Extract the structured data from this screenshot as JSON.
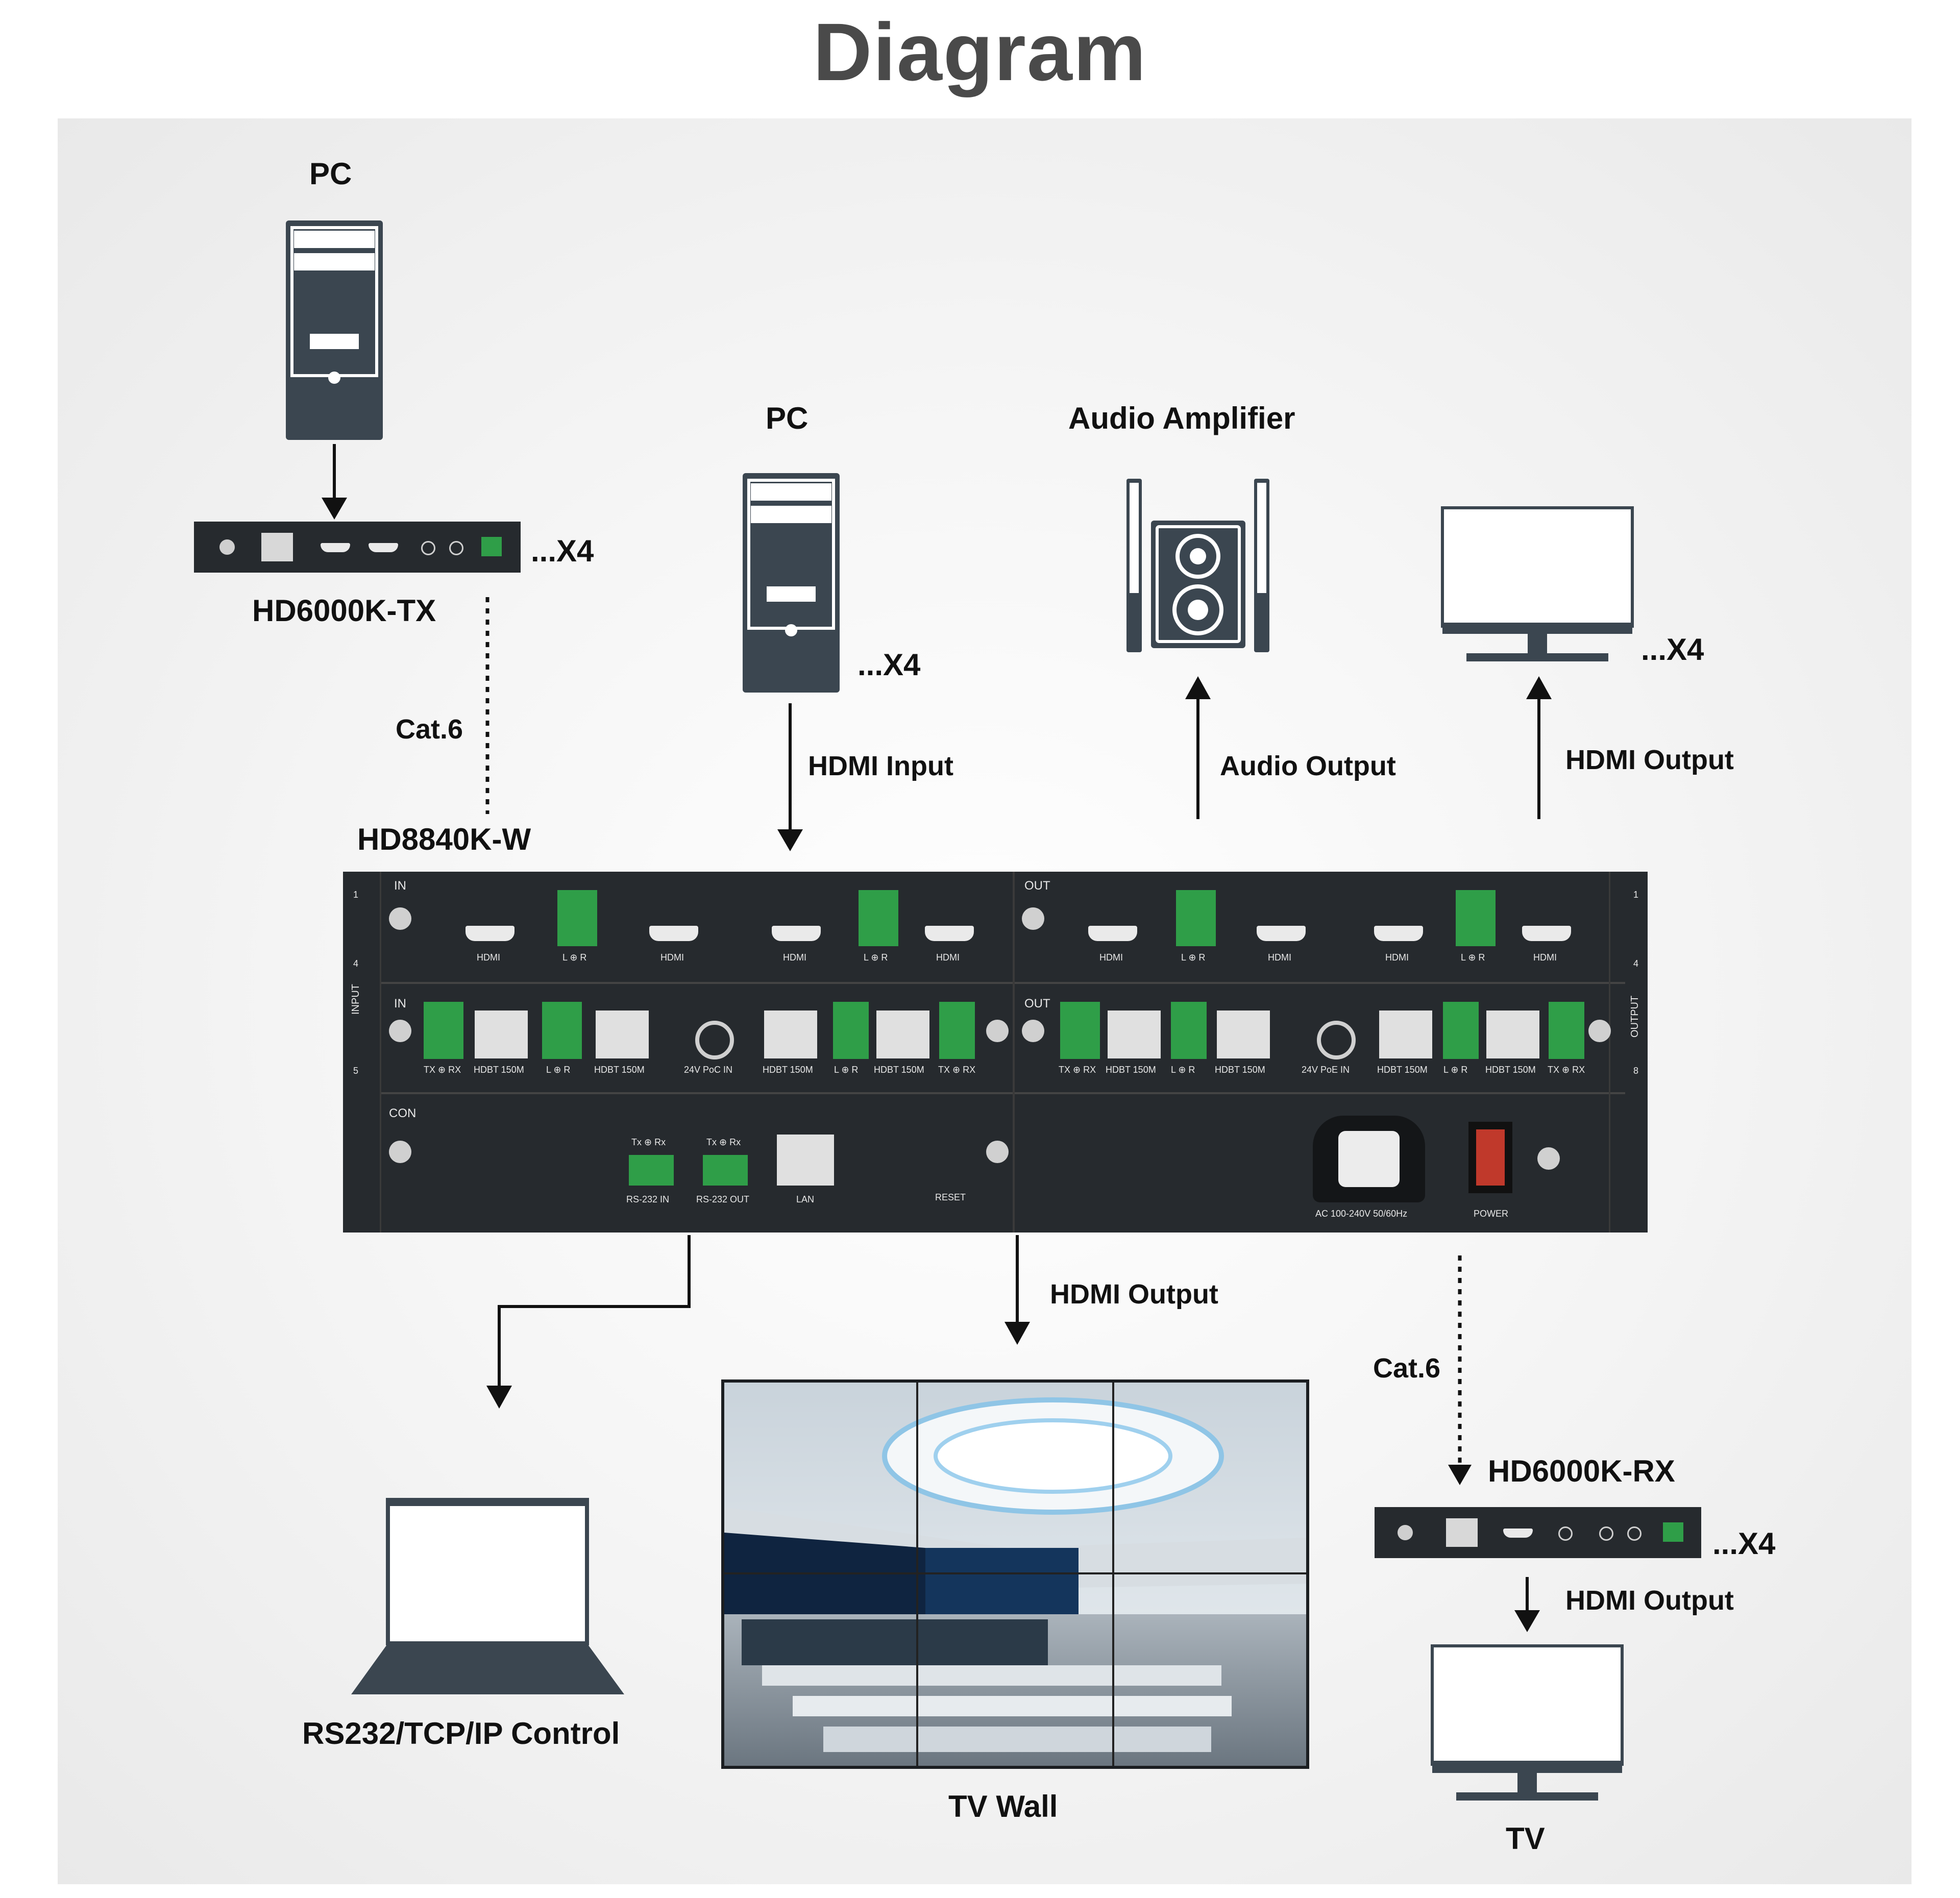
{
  "title": "Diagram",
  "labels": {
    "pc_top": "PC",
    "tx_name": "HD6000K-TX",
    "tx_count": "...X4",
    "cat6_top": "Cat.6",
    "matrix_name": "HD8840K-W",
    "pc_mid": "PC",
    "pc_mid_count": "...X4",
    "hdmi_input": "HDMI Input",
    "audio_amp": "Audio Amplifier",
    "audio_output": "Audio Output",
    "monitor_count": "...X4",
    "hdmi_output_top": "HDMI Output",
    "hdmi_output_wall": "HDMI Output",
    "cat6_bottom": "Cat.6",
    "rx_name": "HD6000K-RX",
    "rx_count": "...X4",
    "hdmi_output_tv": "HDMI Output",
    "control": "RS232/TCP/IP Control",
    "tv_wall": "TV Wall",
    "tv": "TV"
  },
  "matrix": {
    "row1_left_tag": "IN",
    "row1_right_tag": "OUT",
    "row2_left_tag": "IN",
    "row2_right_tag": "OUT",
    "row3_tag": "CON",
    "input_side": "INPUT",
    "output_side": "OUTPUT",
    "num_1": "1",
    "num_4": "4",
    "num_5": "5",
    "num_8": "8",
    "row1_left_ports": [
      "HDMI",
      "L ⊕ R",
      "HDMI",
      "HDMI",
      "L ⊕ R",
      "HDMI"
    ],
    "row1_right_ports": [
      "HDMI",
      "L ⊕ R",
      "HDMI",
      "HDMI",
      "L ⊕ R",
      "HDMI"
    ],
    "row2_left_ports": [
      "TX ⊕ RX",
      "HDBT 150M",
      "L ⊕ R",
      "HDBT 150M",
      "24V PoC IN",
      "HDBT 150M",
      "L ⊕ R",
      "HDBT 150M",
      "TX ⊕ RX"
    ],
    "row2_right_ports": [
      "TX ⊕ RX",
      "HDBT 150M",
      "L ⊕ R",
      "HDBT 150M",
      "24V PoE IN",
      "HDBT 150M",
      "L ⊕ R",
      "HDBT 150M",
      "TX ⊕ RX"
    ],
    "rs232_in_top": "Tx ⊕ Rx",
    "rs232_in": "RS-232 IN",
    "rs232_out_top": "Tx ⊕ Rx",
    "rs232_out": "RS-232 OUT",
    "lan": "LAN",
    "reset": "RESET",
    "ac": "AC 100-240V 50/60Hz",
    "power": "POWER"
  },
  "colors": {
    "device": "#262a2e",
    "icon": "#3b4650",
    "connector_green": "#2f9e48",
    "title": "#4a4a4a"
  }
}
